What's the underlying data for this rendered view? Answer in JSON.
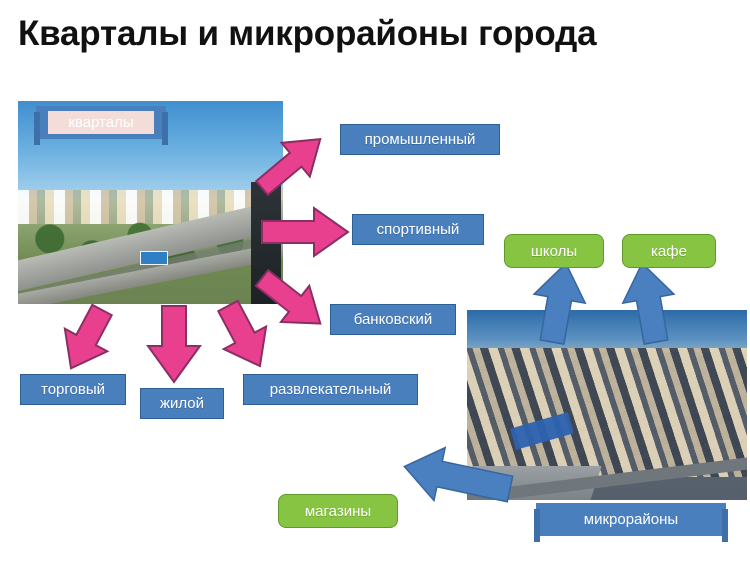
{
  "slide": {
    "title": "Кварталы и микрорайоны города",
    "background_color": "#ffffff"
  },
  "colors": {
    "blue_box": "#4a7fbe",
    "blue_box_border": "#2d5f95",
    "green_box": "#86c441",
    "green_box_border": "#5e9a29",
    "pink_arrow": "#e8408f",
    "pink_arrow_border": "#8a2f63",
    "blue_arrow": "#4a80bf",
    "quarters_banner_fill": "#f4ddd8",
    "title_color": "#111111"
  },
  "photos": {
    "quarters": {
      "caption": "кварталы",
      "alt": "Панорама городской улицы с многоэтажными домами и проспектом"
    },
    "microdistrict": {
      "caption": "микрорайоны",
      "alt": "Вид сверху на жилой микрорайон с многоэтажными домами"
    }
  },
  "quarter_types": [
    {
      "id": "industrial",
      "label": "промышленный"
    },
    {
      "id": "sport",
      "label": "спортивный"
    },
    {
      "id": "bank",
      "label": "банковский"
    },
    {
      "id": "trade",
      "label": "торговый"
    },
    {
      "id": "residential",
      "label": "жилой"
    },
    {
      "id": "entertainment",
      "label": "развлекательный"
    }
  ],
  "microdistrict_objects": [
    {
      "id": "schools",
      "label": "школы"
    },
    {
      "id": "cafe",
      "label": "кафе"
    },
    {
      "id": "shops",
      "label": "магазины"
    }
  ],
  "arrows": [
    {
      "id": "quarters-to-industrial",
      "color": "#e8408f",
      "direction": "up-right"
    },
    {
      "id": "quarters-to-sport",
      "color": "#e8408f",
      "direction": "right"
    },
    {
      "id": "quarters-to-bank",
      "color": "#e8408f",
      "direction": "down-right"
    },
    {
      "id": "quarters-to-trade",
      "color": "#e8408f",
      "direction": "down-left"
    },
    {
      "id": "quarters-to-residential",
      "color": "#e8408f",
      "direction": "down"
    },
    {
      "id": "quarters-to-entertainment",
      "color": "#e8408f",
      "direction": "down-right"
    },
    {
      "id": "micro-to-schools",
      "color": "#4a80bf",
      "direction": "up"
    },
    {
      "id": "micro-to-cafe",
      "color": "#4a80bf",
      "direction": "up"
    },
    {
      "id": "micro-to-shops",
      "color": "#4a80bf",
      "direction": "left"
    }
  ]
}
